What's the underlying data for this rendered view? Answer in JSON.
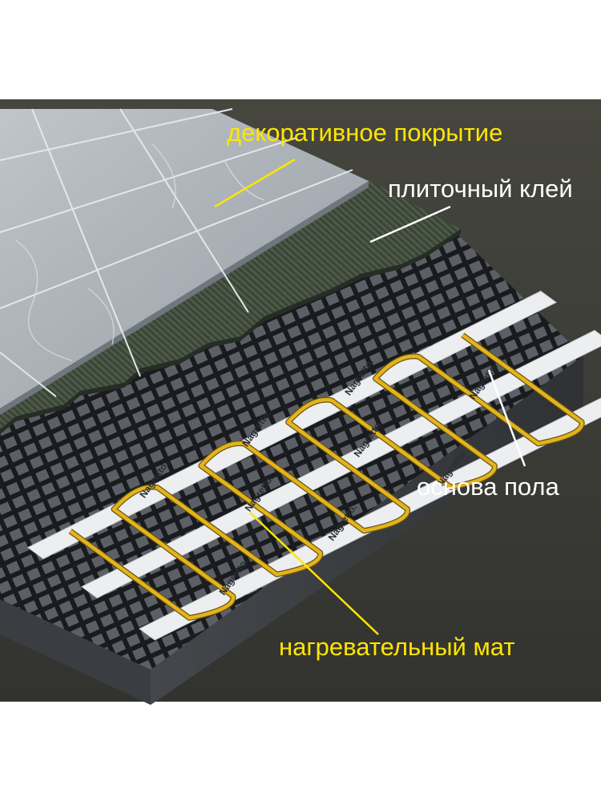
{
  "labels": {
    "decorative_coating": "декоративное покрытие",
    "tile_adhesive": "плиточный клей",
    "floor_base": "основа пола",
    "heating_mat": "нагревательный мат"
  },
  "tape_brand": "Nagretto.",
  "colors": {
    "background": "#3b3c37",
    "highlight_text": "#ffe600",
    "white_text": "#ffffff",
    "heating_wire": "#e2b51c",
    "adhesive": "#3f4a3a",
    "tile": "#a9b0b6",
    "base": "#4a4d51"
  }
}
